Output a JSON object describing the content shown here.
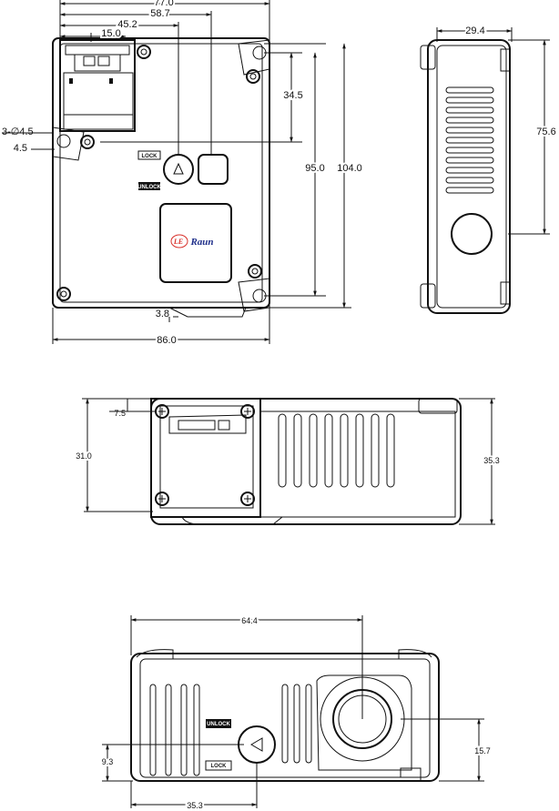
{
  "brand": {
    "logo_letters": "LE",
    "name": "Raun",
    "color_primary": "#1f2f8a",
    "color_accent": "#d8302a"
  },
  "labels": {
    "lock": "LOCK",
    "unlock": "UNLOCK"
  },
  "front_view": {
    "dim_77": "77.0",
    "dim_58_7": "58.7",
    "dim_45_2": "45.2",
    "dim_15": "15.0",
    "dim_holes": "3-∅4.5",
    "dim_4_5": "4.5",
    "dim_34_5": "34.5",
    "dim_95": "95.0",
    "dim_104": "104.0",
    "dim_3_8": "3.8",
    "dim_86": "86.0"
  },
  "side_view": {
    "dim_29_4": "29.4",
    "dim_75_6": "75.6"
  },
  "top_view": {
    "dim_7_5": "7.5",
    "dim_31": "31.0",
    "dim_35_3": "35.3"
  },
  "bottom_view": {
    "dim_64_4": "64.4",
    "dim_9_3": "9.3",
    "dim_15_7": "15.7",
    "dim_35_3": "35.3"
  }
}
